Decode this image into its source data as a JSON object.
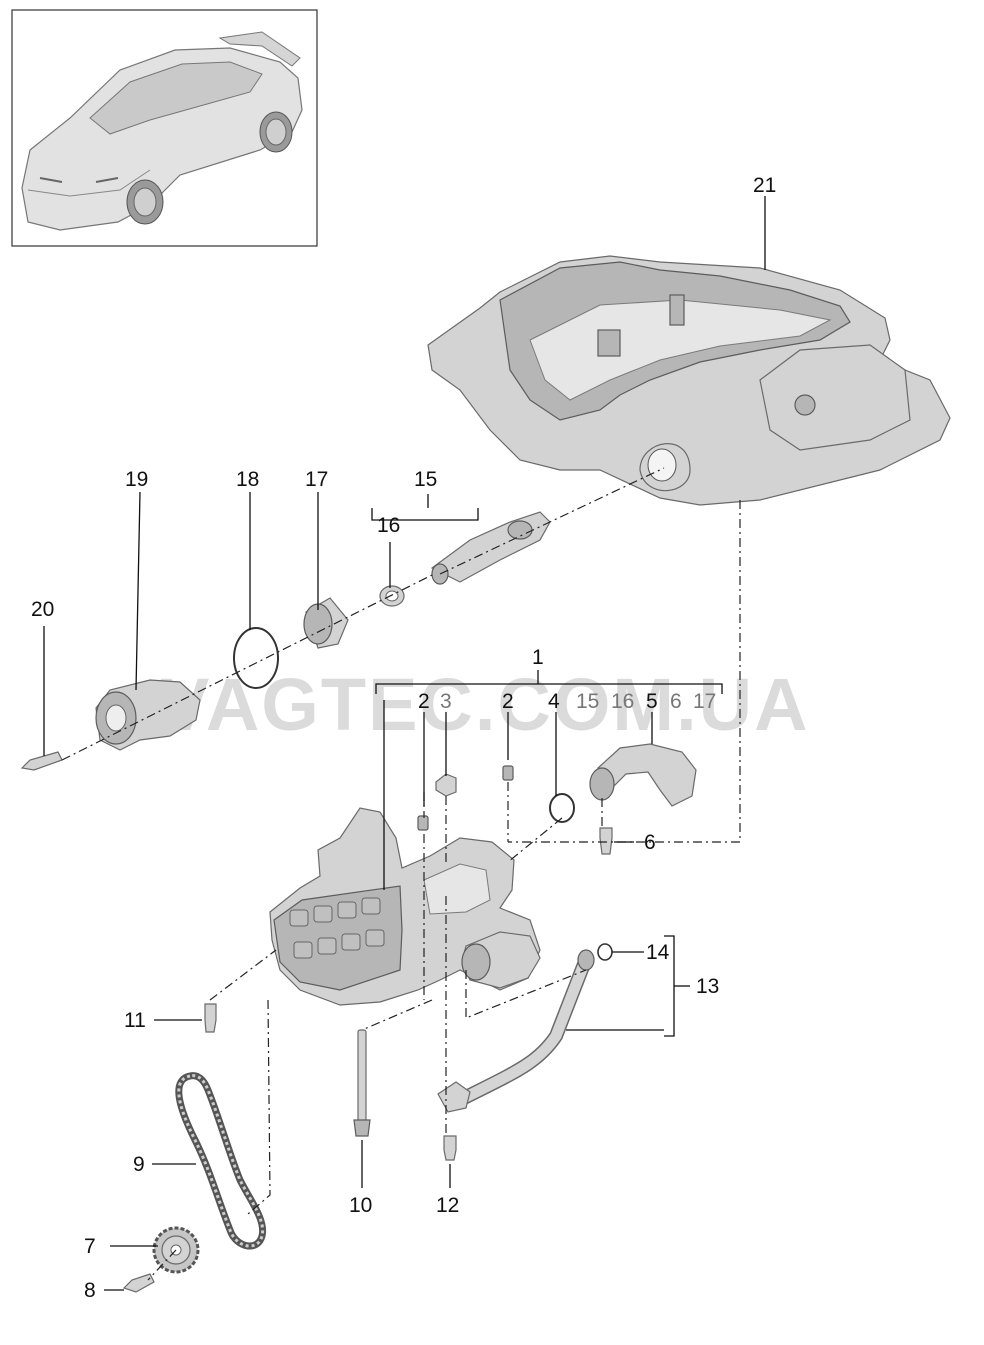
{
  "watermark": "VAGTEC.COM.UA",
  "callouts": {
    "c1": "1",
    "c2a": "2",
    "c3": "3",
    "c2b": "2",
    "c4": "4",
    "c15_sub": "15",
    "c16_sub": "16",
    "c5": "5",
    "c6_sub": "6",
    "c17_sub": "17",
    "c6": "6",
    "c7": "7",
    "c8": "8",
    "c9": "9",
    "c10": "10",
    "c11": "11",
    "c12": "12",
    "c13": "13",
    "c14": "14",
    "c15": "15",
    "c16": "16",
    "c17": "17",
    "c18": "18",
    "c19": "19",
    "c20": "20",
    "c21": "21"
  }
}
